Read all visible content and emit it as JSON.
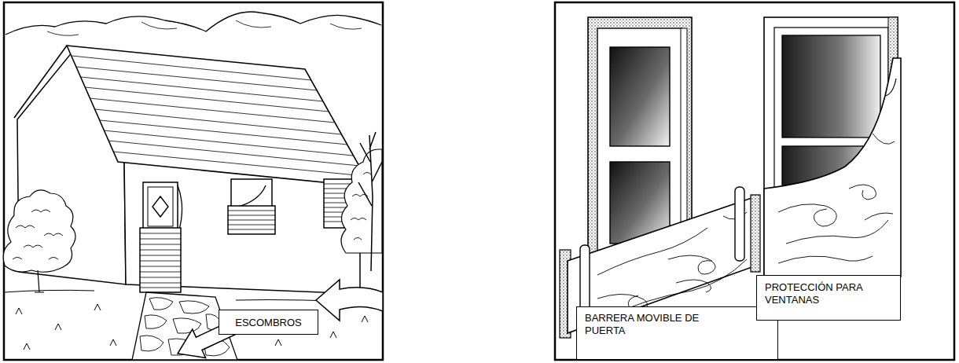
{
  "diagram": {
    "nodes": [
      {
        "text": [
          "ESCOMBROS"
        ]
      },
      {
        "text": [
          "BARRERA MOVIBLE DE PUERTA"
        ]
      },
      {
        "text": [
          "PROTECCIÓN PARA VENTANAS"
        ]
      }
    ]
  }
}
